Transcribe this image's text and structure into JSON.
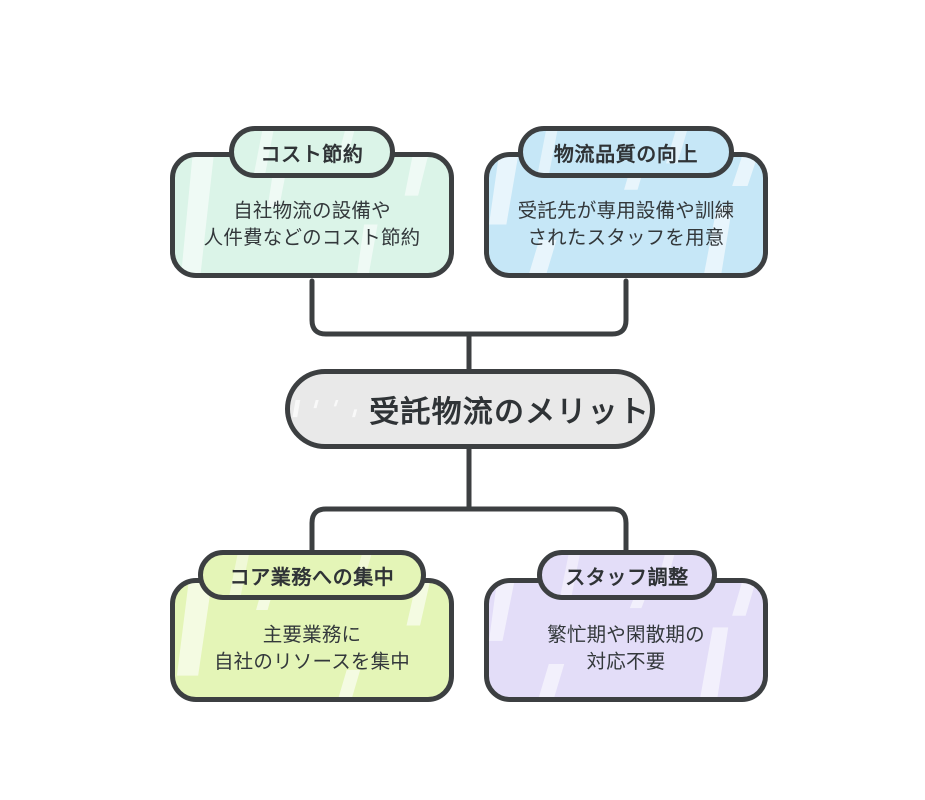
{
  "diagram": {
    "type": "hierarchy-mind-map",
    "orientation": "vertical-center-out",
    "background_color": "#ffffff",
    "line_color": "#3c3f41",
    "center": {
      "label": "受託物流のメリット",
      "fill_color": "#e9e9e9",
      "text_color": "#2f3336"
    },
    "nodes": [
      {
        "id": "cost-saving",
        "position": "top-left",
        "title": "コスト節約",
        "body": "自社物流の設備や\n人件費などのコスト節約",
        "fill_color": "#dbf4e8",
        "text_color": "#33383b"
      },
      {
        "id": "logistics-quality",
        "position": "top-right",
        "title": "物流品質の向上",
        "body": "受託先が専用設備や訓練\nされたスタッフを用意",
        "fill_color": "#c6e7f7",
        "text_color": "#33383b"
      },
      {
        "id": "core-business-focus",
        "position": "bottom-left",
        "title": "コア業務への集中",
        "body": "主要業務に\n自社のリソースを集中",
        "fill_color": "#e4f5b7",
        "text_color": "#33383b"
      },
      {
        "id": "staff-adjustment",
        "position": "bottom-right",
        "title": "スタッフ調整",
        "body": "繁忙期や閑散期の\n対応不要",
        "fill_color": "#e3ddf8",
        "text_color": "#33383b"
      }
    ]
  }
}
